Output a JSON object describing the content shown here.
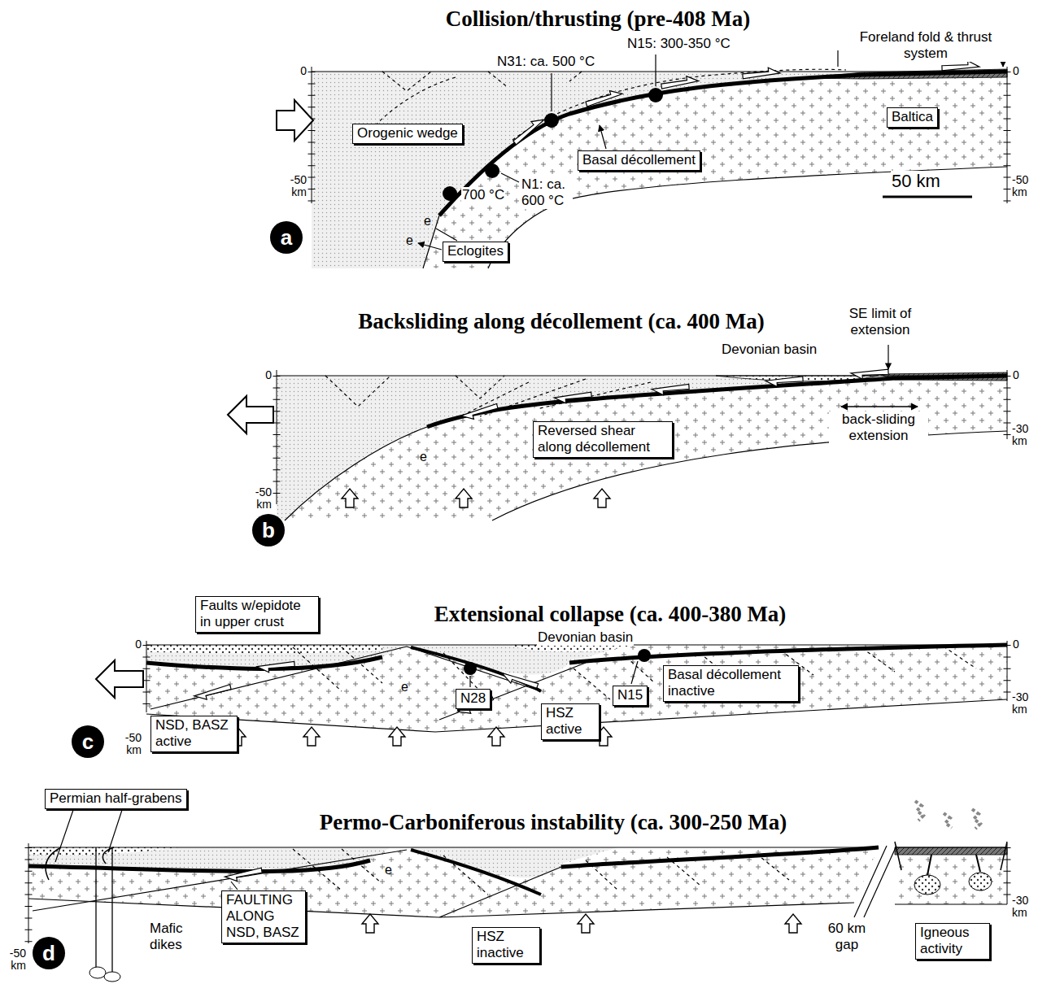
{
  "diagram": {
    "nodes": [
      {
        "text": [
          "Orogenic wedge"
        ]
      },
      {
        "text": [
          "Basal décollement"
        ]
      },
      {
        "text": [
          "Baltica"
        ]
      },
      {
        "text": [
          "Eclogites"
        ]
      },
      {
        "text": [
          "a"
        ]
      },
      {
        "text": [
          "Reversed shear along décollement"
        ]
      },
      {
        "text": [
          "b"
        ]
      },
      {
        "text": [
          "Faults w/epidote in upper crust"
        ]
      },
      {
        "text": [
          "NSD, BASZ active"
        ]
      },
      {
        "text": [
          "N28"
        ]
      },
      {
        "text": [
          "HSZ active"
        ]
      },
      {
        "text": [
          "N15"
        ]
      },
      {
        "text": [
          "Basal décollement inactive"
        ]
      },
      {
        "text": [
          "c"
        ]
      },
      {
        "text": [
          "Permian half-grabens"
        ]
      },
      {
        "text": [
          "FAULTING ALONG NSD, BASZ"
        ]
      },
      {
        "text": [
          "HSZ inactive"
        ]
      },
      {
        "text": [
          "Igneous activity"
        ]
      },
      {
        "text": [
          "d"
        ]
      }
    ],
    "labels": [
      "Collision/thrusting (pre-408 Ma)",
      "Foreland fold & thrust system",
      "N31: ca. 500 °C",
      "N15: 300-350 °C",
      "N1: ca. 600 °C",
      "700 °C",
      "50 km",
      "0",
      "-50 km",
      "0",
      "-50 km",
      "e",
      "e",
      "Backsliding along décollement (ca. 400 Ma)",
      "SE limit of extension",
      "Devonian basin",
      "back-sliding extension",
      "e",
      "0",
      "-50 km",
      "0",
      "-30 km",
      "Extensional collapse (ca. 400-380 Ma)",
      "Devonian basin",
      "e",
      "0",
      "-50 km",
      "0",
      "-30 km",
      "Permo-Carboniferous instability (ca. 300-250 Ma)",
      "Mafic dikes",
      "60 km gap",
      "e",
      "-50 km",
      "-30 km"
    ]
  }
}
